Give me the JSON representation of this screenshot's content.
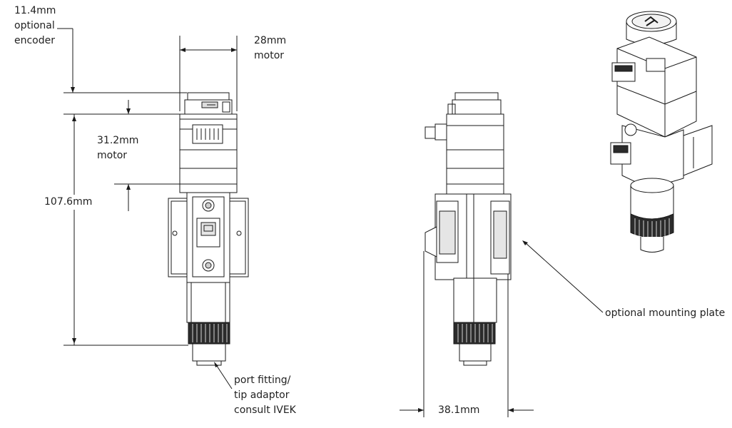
{
  "labels": {
    "encoder_line1": "11.4mm",
    "encoder_line2": "optional",
    "encoder_line3": "encoder",
    "motor_width_line1": "28mm",
    "motor_width_line2": "motor",
    "motor_length_line1": "31.2mm",
    "motor_length_line2": "motor",
    "overall_length": "107.6mm",
    "port_line1": "port fitting/",
    "port_line2": "tip adaptor",
    "port_line3": "consult IVEK",
    "plate_width": "38.1mm",
    "mounting_plate": "optional mounting plate"
  },
  "colors": {
    "line": "#1a1a1a",
    "text": "#222222",
    "part_fill": "#ffffff",
    "knurl": "#2b2b2b",
    "shade": "#d9d9d9"
  }
}
